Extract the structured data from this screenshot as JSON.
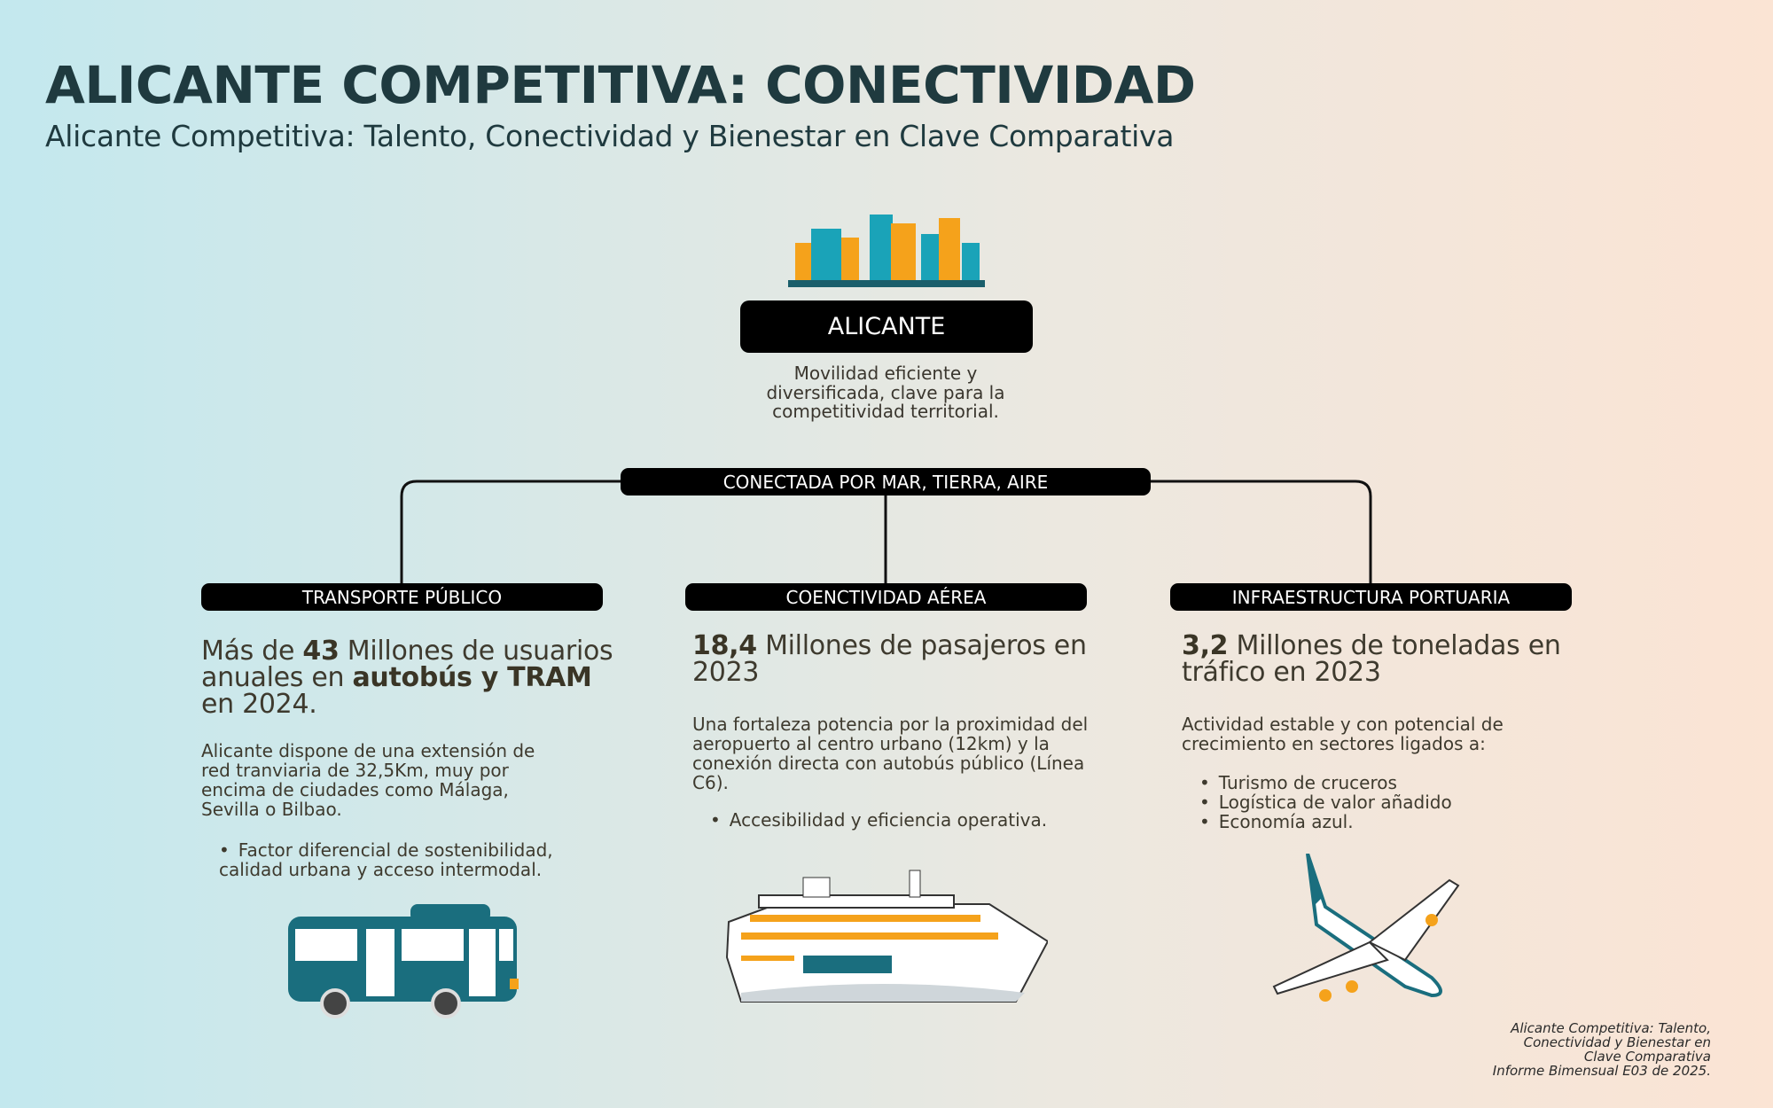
{
  "header": {
    "title": "ALICANTE COMPETITIVA: CONECTIVIDAD",
    "subtitle": "Alicante Competitiva: Talento, Conectividad y Bienestar en Clave Comparativa"
  },
  "center": {
    "city": "ALICANTE",
    "description": "Movilidad eficiente y diversificada, clave para la competitividad territorial.",
    "connect_label": "CONECTADA POR MAR, TIERRA, AIRE"
  },
  "columns": [
    {
      "header": "TRANSPORTE PÚBLICO",
      "headline_parts": [
        "Más de ",
        "43",
        " Millones de usuarios anuales en ",
        "autobús y TRAM",
        " en 2024."
      ],
      "paragraph": "Alicante dispone de una extensión de red tranviaria de 32,5Km, muy por encima de ciudades como Málaga, Sevilla o Bilbao.",
      "bullets": [
        "Factor diferencial de sostenibilidad, calidad urbana y acceso intermodal."
      ]
    },
    {
      "header": "COENCTIVIDAD AÉREA",
      "headline_parts": [
        "18,4",
        " Millones de pasajeros en 2023"
      ],
      "paragraph": "Una fortaleza potencia por la proximidad del aeropuerto al centro urbano (12km) y la conexión directa con autobús público (Línea C6).",
      "bullets": [
        "Accesibilidad y eficiencia operativa."
      ]
    },
    {
      "header": "INFRAESTRUCTURA PORTUARIA",
      "headline_parts": [
        "3,2",
        " Millones de toneladas en tráfico en 2023"
      ],
      "paragraph": "Actividad estable y con potencial de crecimiento en sectores ligados a:",
      "bullets": [
        "Turismo de cruceros",
        "Logística de valor añadido",
        "Economía azul."
      ]
    }
  ],
  "footer": {
    "lines": [
      "Alicante Competitiva: Talento,",
      "Conectividad y Bienestar en",
      "Clave Comparativa",
      "Informe Bimensual E03 de 2025."
    ]
  },
  "colors": {
    "teal": "#1a6e7e",
    "orange": "#f5a21b",
    "black": "#000000"
  }
}
